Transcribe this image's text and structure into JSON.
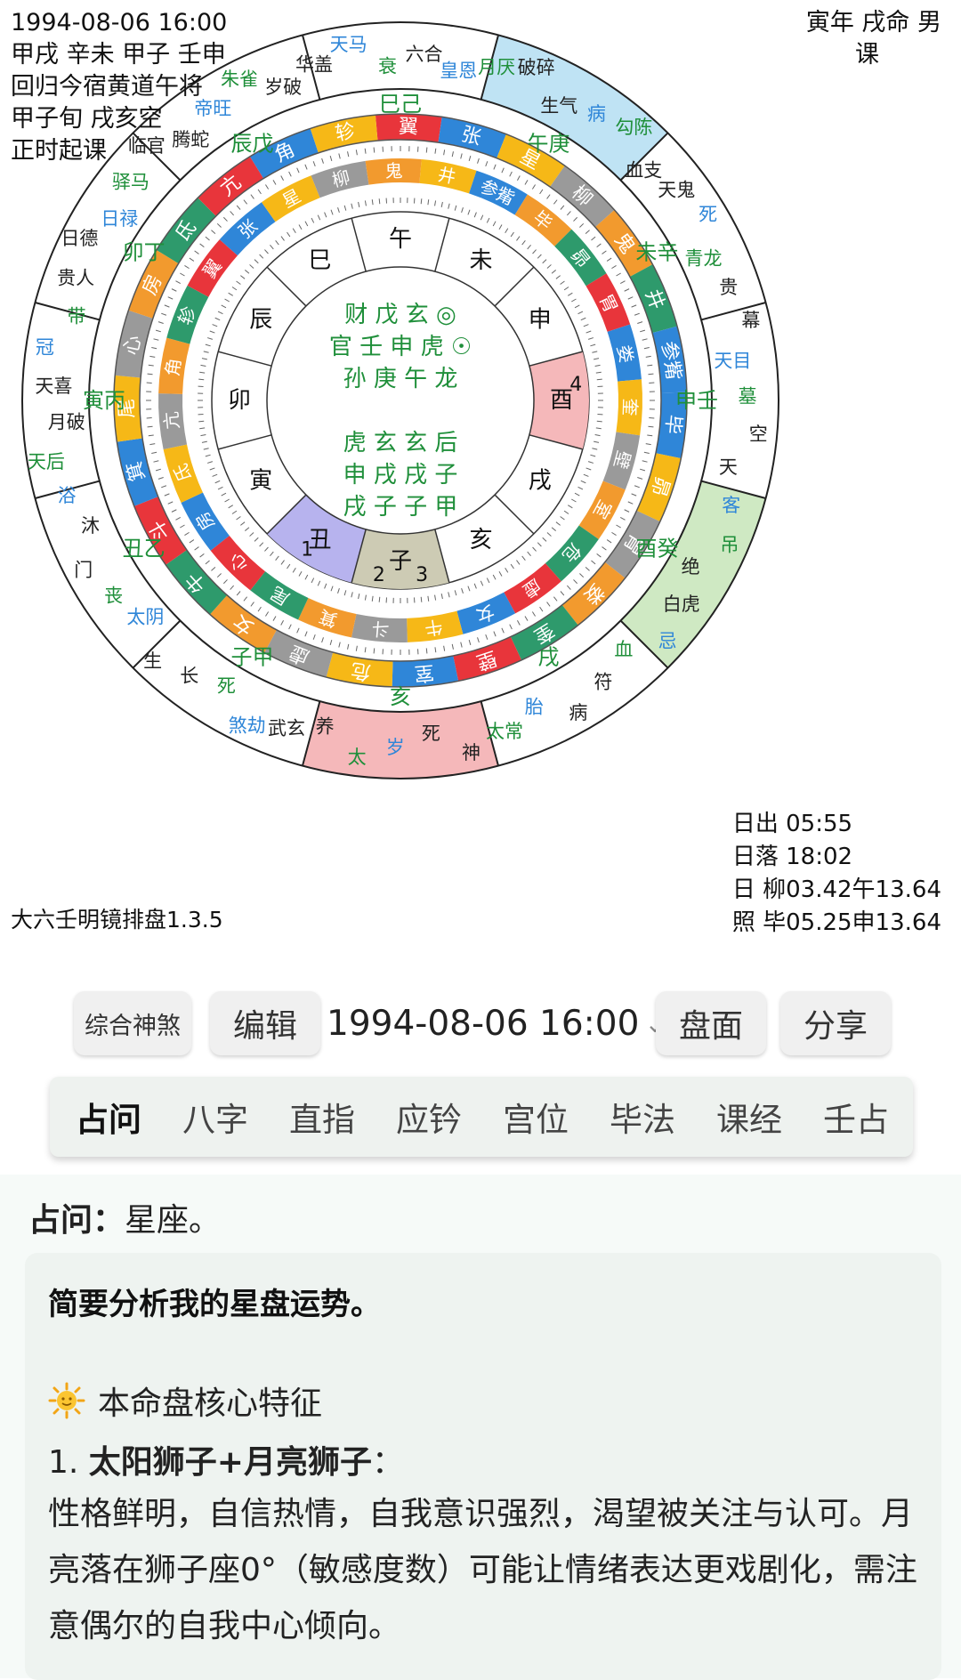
{
  "chart": {
    "header_left": [
      "1994-08-06 16:00",
      "甲戌 辛未 甲子 壬申",
      "回归今宿黄道午将",
      "甲子旬 戌亥空",
      "正时起课"
    ],
    "header_right": [
      "寅年 戌命 男",
      "课"
    ],
    "footer_left": "大六壬明镜排盘1.3.5",
    "footer_right": [
      "日出 05:55",
      "日落 18:02",
      "日 柳03.42午13.64",
      "照 毕05.25申13.64"
    ],
    "center_lines": [
      "财    戊  玄 ◎",
      "官  壬  申  虎 ☉",
      "孙  庚  午  龙",
      "",
      "虎  玄  玄  后",
      "申  戌  戌  子",
      "戌  子  子  甲"
    ],
    "branches_inner": [
      "午",
      "未",
      "申",
      "酉",
      "戌",
      "亥",
      "子",
      "丑",
      "寅",
      "卯",
      "辰",
      "巳"
    ],
    "mansions_outer": [
      "翼",
      "张",
      "星",
      "柳",
      "鬼",
      "井",
      "参觜",
      "毕",
      "昴",
      "胃",
      "娄",
      "奎",
      "壁",
      "室",
      "危",
      "虚",
      "女",
      "牛",
      "斗",
      "箕",
      "尾",
      "心",
      "房",
      "氐",
      "亢",
      "角",
      "轸"
    ],
    "mansions_inner": [
      "井",
      "参觜",
      "毕",
      "昴",
      "胃",
      "娄",
      "奎",
      "壁",
      "室",
      "危",
      "虚",
      "女",
      "牛",
      "斗",
      "箕",
      "尾",
      "心",
      "房",
      "氐",
      "亢",
      "角",
      "轸",
      "翼",
      "张",
      "星",
      "柳",
      "鬼"
    ],
    "outer_palaces": [
      "巳己",
      "午庚",
      "未辛",
      "申壬",
      "酉癸",
      "戌",
      "亥",
      "子甲",
      "丑乙",
      "寅丙",
      "卯丁",
      "辰戊"
    ],
    "ring_labels": [
      "皇恩",
      "月厌",
      "破碎",
      "生气",
      "病",
      "勾陈",
      "血支",
      "天鬼",
      "死",
      "青龙",
      "贵",
      "幕",
      "天目",
      "墓",
      "空",
      "天",
      "客",
      "吊",
      "绝",
      "白虎",
      "忌",
      "血",
      "符",
      "病",
      "胎",
      "太常",
      "神",
      "死",
      "岁",
      "太",
      "养",
      "武玄",
      "煞劫",
      "死",
      "长",
      "生",
      "太阴",
      "丧",
      "门",
      "沐",
      "浴",
      "天后",
      "月破",
      "天喜",
      "冠",
      "带",
      "贵人",
      "日德",
      "日禄",
      "驿马",
      "临官",
      "腾蛇",
      "帝旺",
      "朱雀",
      "岁破",
      "华盖",
      "天马",
      "衰",
      "六合"
    ],
    "markers": [
      "1",
      "2",
      "3",
      "4"
    ]
  },
  "toolbar": {
    "shensha": "综合神煞",
    "edit": "编辑",
    "date": "1994-08-06 16:00",
    "pan": "盘面",
    "share": "分享"
  },
  "tabs": [
    "占问",
    "八字",
    "直指",
    "应钤",
    "宫位",
    "毕法",
    "课经",
    "壬占"
  ],
  "content": {
    "question_label": "占问：",
    "question_text": "星座。",
    "lead": "简要分析我的星盘运势。",
    "section_title": "本命盘核心特征",
    "point_num": "1. ",
    "point_title": "太阳狮子+月亮狮子",
    "point_colon": "：",
    "body": "性格鲜明，自信热情，自我意识强烈，渴望被关注与认可。月亮落在狮子座0°（敏感度数）可能让情绪表达更戏剧化，需注意偶尔的自我中心倾向。"
  },
  "colors": {
    "red": "#e8353b",
    "blue": "#2f86d8",
    "green": "#2e9a6c",
    "yellow": "#f6b817",
    "orange": "#f29a2e",
    "gray": "#9a9a9a",
    "highlight_blue": "#bfe3f4",
    "highlight_green": "#cfe9c3",
    "highlight_pink": "#f5b8ba"
  }
}
